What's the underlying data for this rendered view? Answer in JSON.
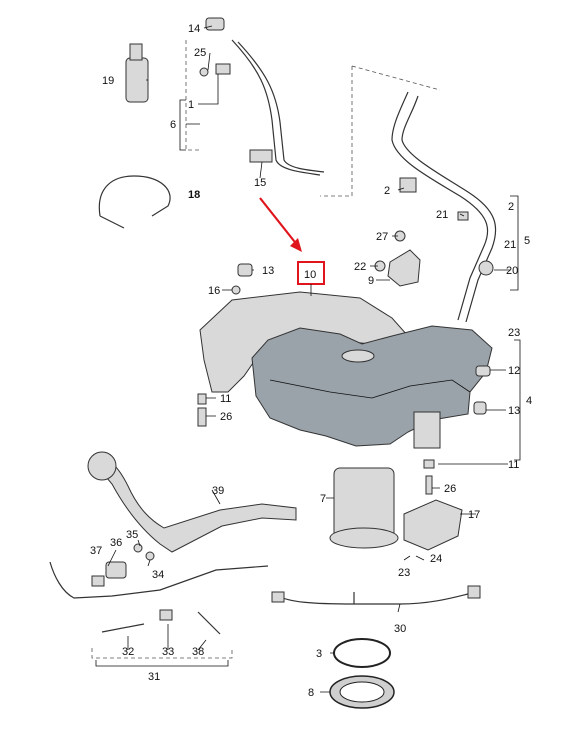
{
  "highlight": {
    "label": "10",
    "color": "#e0141c"
  },
  "callouts": {
    "c1": "1",
    "c2a": "2",
    "c2b": "2",
    "c3": "3",
    "c4": "4",
    "c5": "5",
    "c6": "6",
    "c7": "7",
    "c8": "8",
    "c9": "9",
    "c11a": "11",
    "c11b": "11",
    "c12": "12",
    "c13a": "13",
    "c13b": "13",
    "c14": "14",
    "c15": "15",
    "c16": "16",
    "c17": "17",
    "c18": "18",
    "c19": "19",
    "c20": "20",
    "c21a": "21",
    "c21b": "21",
    "c22": "22",
    "c23a": "23",
    "c23b": "23",
    "c24": "24",
    "c25": "25",
    "c26a": "26",
    "c26b": "26",
    "c27": "27",
    "c30": "30",
    "c31": "31",
    "c32": "32",
    "c33": "33",
    "c34": "34",
    "c35": "35",
    "c36": "36",
    "c37": "37",
    "c38": "38",
    "c39": "39"
  },
  "colors": {
    "tank": "#a9b4bc",
    "shield": "#c7c7c7",
    "line": "#111111"
  }
}
